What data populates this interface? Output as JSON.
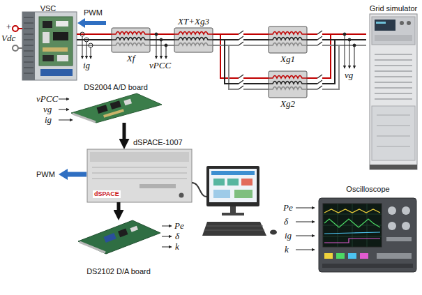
{
  "diagram": {
    "nodes": [
      {
        "text": [
          "VSC"
        ]
      },
      {
        "text": [
          "Xf"
        ]
      },
      {
        "text": [
          "XT+Xg3"
        ]
      },
      {
        "text": [
          "Xg1"
        ]
      },
      {
        "text": [
          "Xg2"
        ]
      },
      {
        "text": [
          "Grid simulator"
        ]
      },
      {
        "text": [
          "DS2004 A/D board"
        ]
      },
      {
        "text": [
          "dSPACE-1007",
          "dSPACE"
        ]
      },
      {
        "text": [
          "DS2102 D/A board"
        ]
      },
      {
        "text": [
          "Oscilloscope"
        ]
      }
    ],
    "edges": [
      {
        "from": 0,
        "to": 1,
        "arrow": "none"
      },
      {
        "from": 1,
        "to": 2,
        "arrow": "none"
      },
      {
        "from": 2,
        "to": 3,
        "arrow": "none"
      },
      {
        "from": 2,
        "to": 4,
        "arrow": "none"
      },
      {
        "from": 3,
        "to": 5,
        "arrow": "none"
      },
      {
        "from": 4,
        "to": 5,
        "arrow": "none"
      },
      {
        "from": 6,
        "to": 7,
        "arrow": "to"
      },
      {
        "from": 7,
        "to": 8,
        "arrow": "to"
      }
    ],
    "labels": [
      "PWM",
      "+",
      "Vdc",
      "ig",
      "vPCC",
      "vg",
      "vPCC",
      "vg",
      "ig",
      "PWM",
      "Pe",
      "δ",
      "k",
      "Pe",
      "δ",
      "ig",
      "k"
    ]
  }
}
